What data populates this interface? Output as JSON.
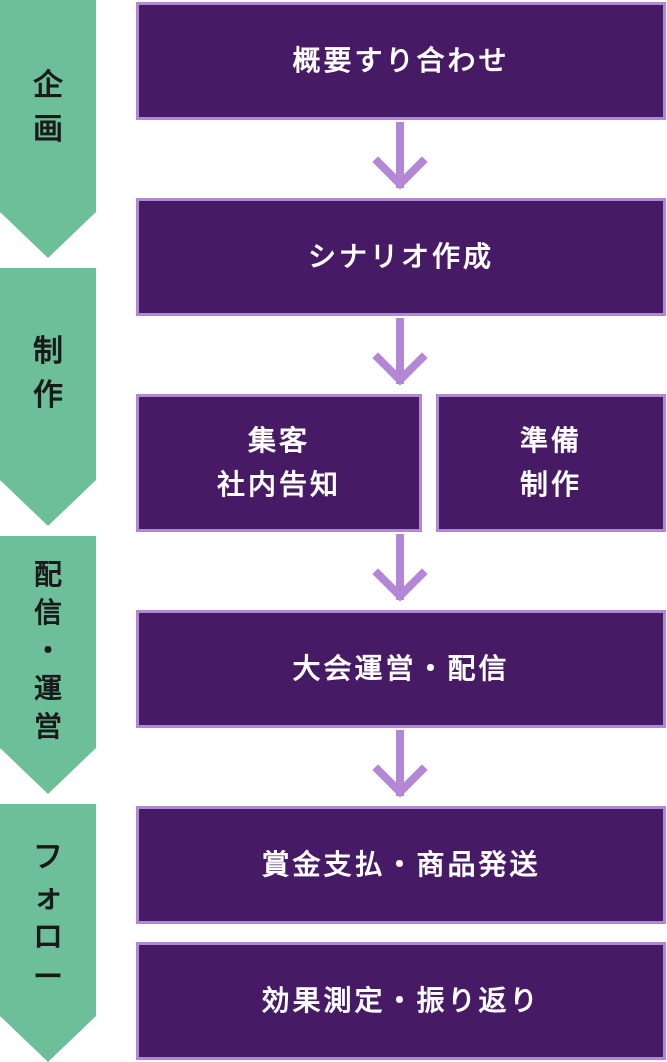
{
  "colors": {
    "phase_fill": "#6dbf99",
    "step_fill": "#471a66",
    "step_border": "#b487d6",
    "arrow": "#b487d6"
  },
  "phases": [
    {
      "label": "企\n画"
    },
    {
      "label": "制\n作"
    },
    {
      "label": "配\n信\n・\n運\n営"
    },
    {
      "label": "フ\nォ\nロ\nー"
    }
  ],
  "steps": [
    {
      "label": "概要すり合わせ"
    },
    {
      "label": "シナリオ作成"
    },
    {
      "label": "集客\n社内告知"
    },
    {
      "label": "準備\n制作"
    },
    {
      "label": "大会運営・配信"
    },
    {
      "label": "賞金支払・商品発送"
    },
    {
      "label": "効果測定・振り返り"
    }
  ]
}
